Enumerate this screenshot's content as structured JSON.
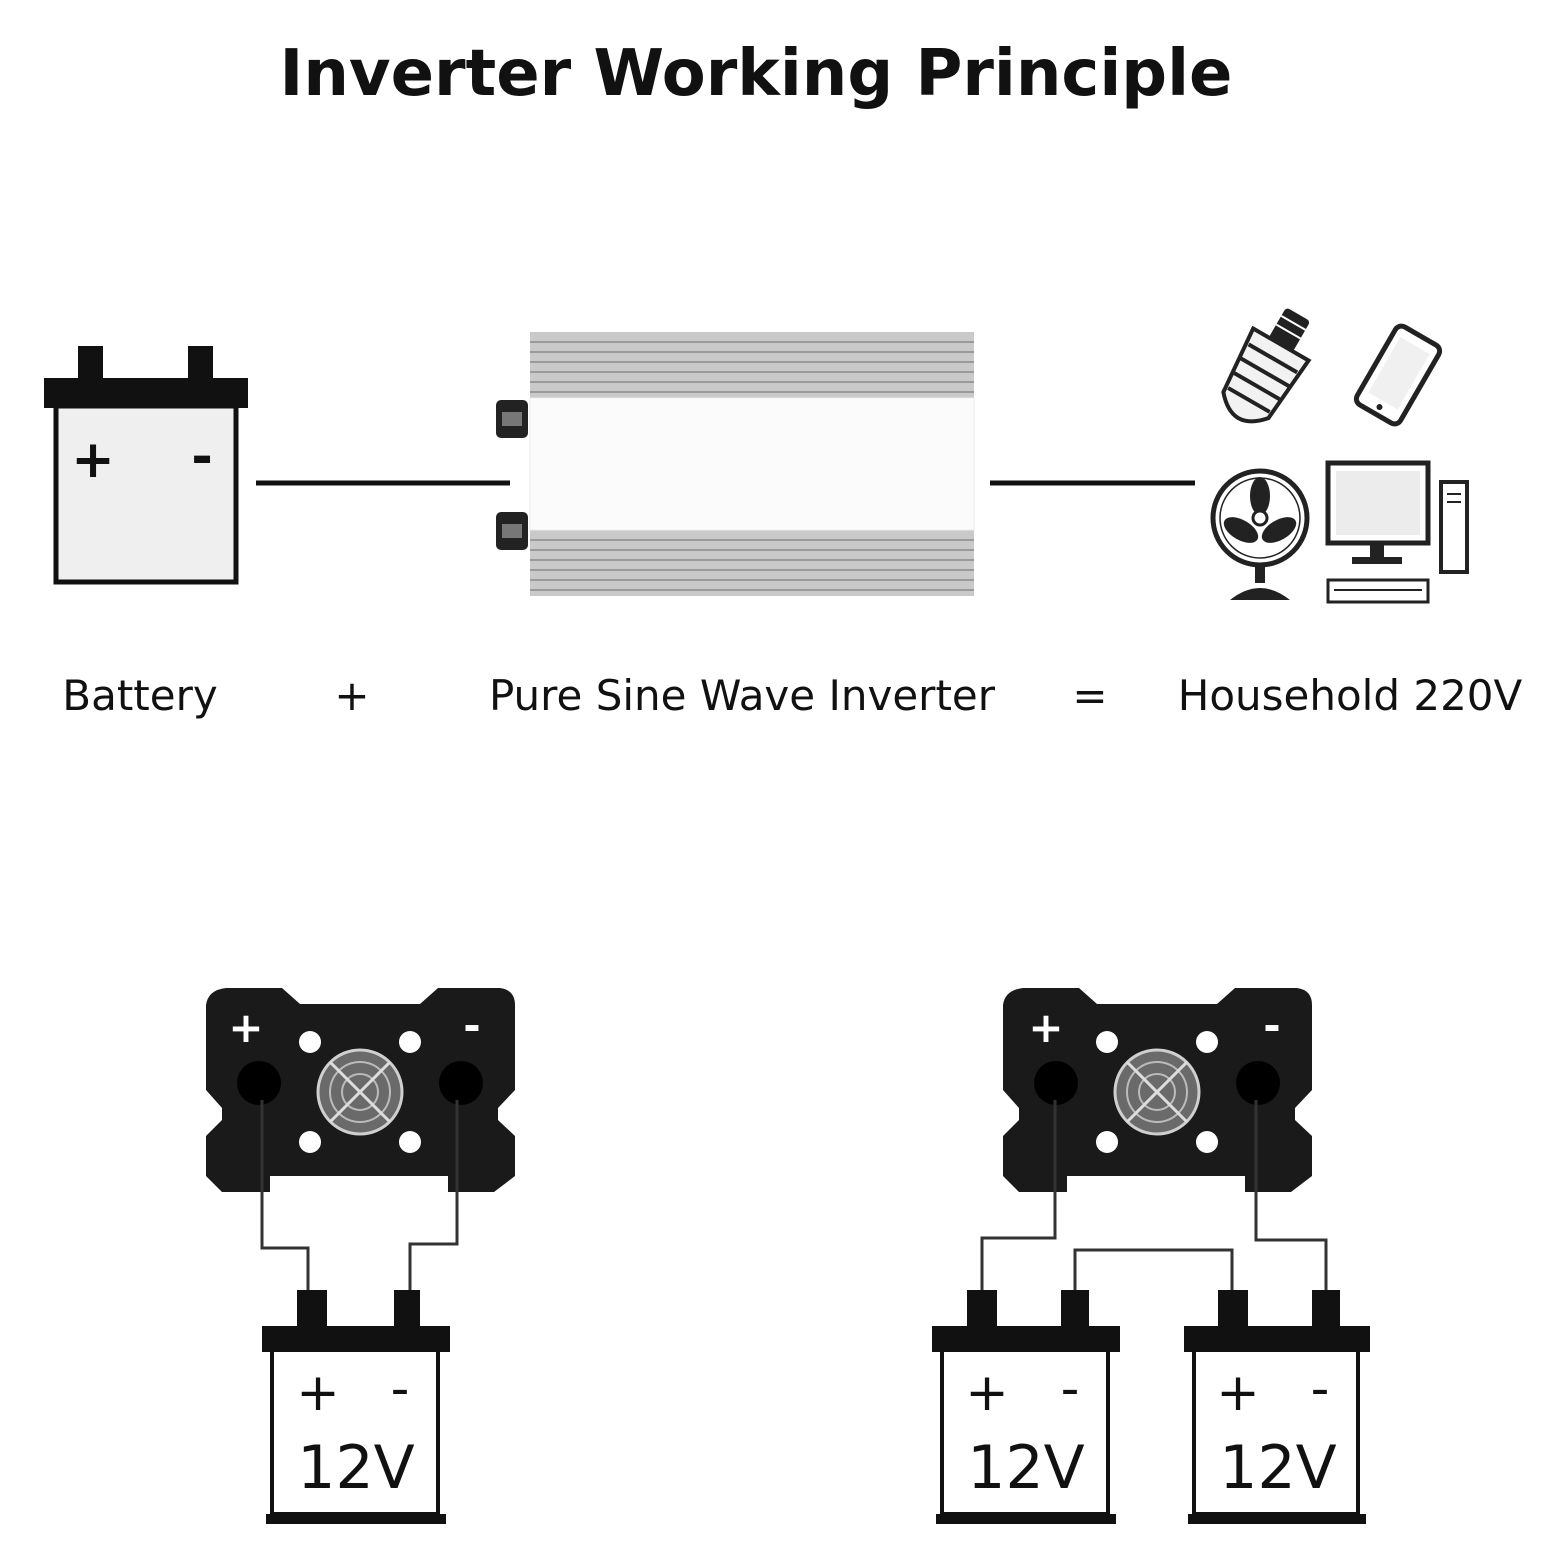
{
  "title": "Inverter Working Principle",
  "equation": {
    "battery_label": "Battery",
    "plus_operator": "+",
    "inverter_label": "Pure Sine Wave Inverter",
    "equals_operator": "=",
    "output_label": "Household 220V"
  },
  "terminals": {
    "positive": "+",
    "negative": "-"
  },
  "batteries": {
    "voltage": "12V"
  },
  "icons": {
    "battery": "battery-icon",
    "inverter": "inverter-icon",
    "bulb": "light-bulb-icon",
    "phone": "smartphone-icon",
    "fan": "desk-fan-icon",
    "computer": "desktop-computer-icon"
  },
  "colors": {
    "ink": "#111111",
    "inverter_body": "#c9c9c9",
    "terminal_fill": "#1a1a1a"
  }
}
